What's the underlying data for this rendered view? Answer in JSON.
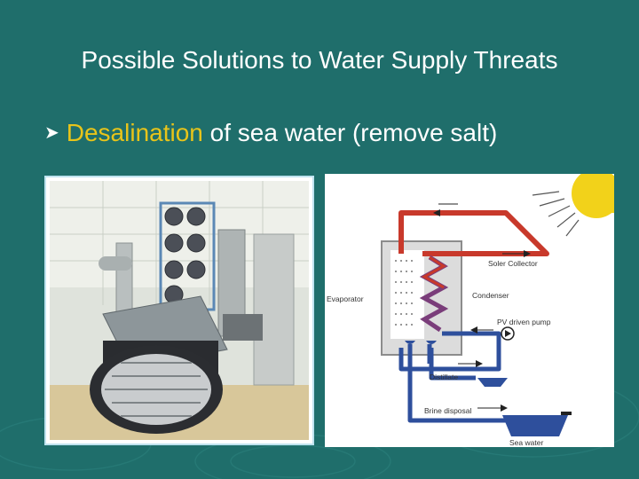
{
  "slide": {
    "title": "Possible Solutions to Water Supply Threats",
    "bullet": {
      "icon": "arrow-bullet-icon",
      "highlight": "Desalination",
      "rest": " of sea water (remove salt)"
    }
  },
  "photo": {
    "icon": "desalination-plant-photo"
  },
  "diagram": {
    "labels": {
      "solar_collector": "Soler Collector",
      "evaporator": "Evaporator",
      "condenser": "Condenser",
      "pump": "PV driven pump",
      "distillate": "Distillate",
      "brine": "Brine disposal",
      "sea_water": "Sea water"
    }
  },
  "colors": {
    "background": "#1f6e6b",
    "highlight": "#e8c41a",
    "hot_pipe": "#c8392b",
    "cold_pipe": "#2e4f9c",
    "sun": "#f2d21a"
  }
}
